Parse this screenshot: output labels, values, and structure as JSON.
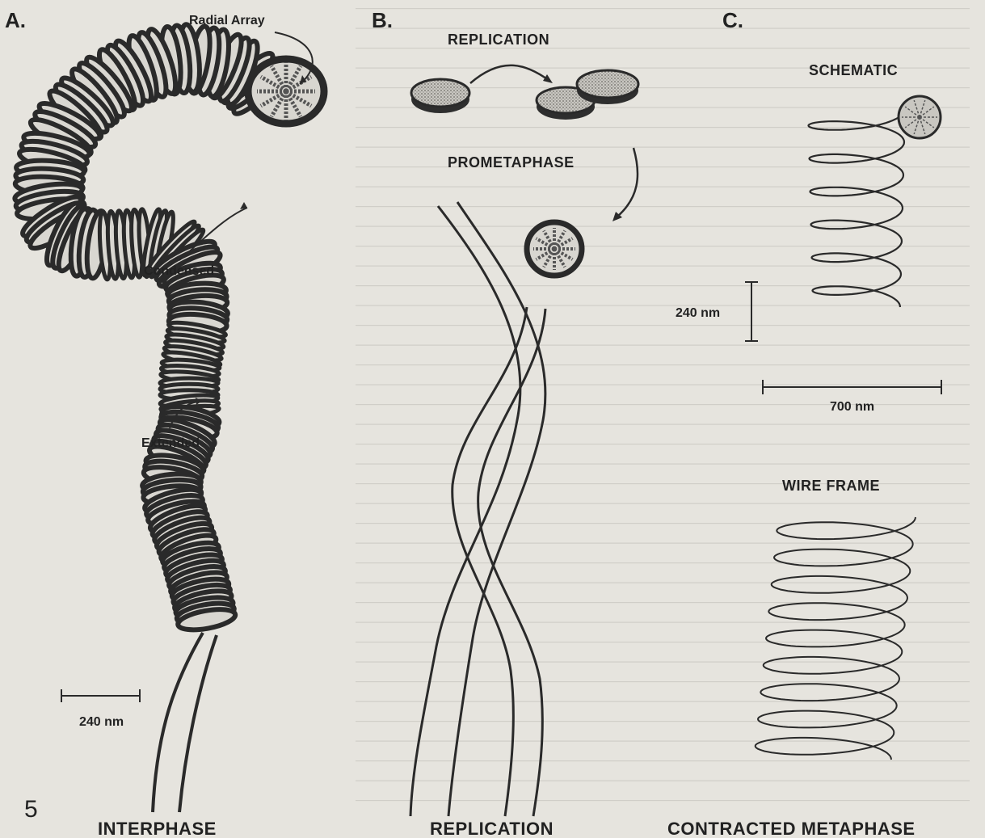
{
  "figure_number": "5",
  "panels": {
    "a": {
      "letter": "A.",
      "caption": "INTERPHASE",
      "labels": {
        "radial_array": "Radial Array",
        "condensed": "Condensed",
        "extended": "Extended"
      },
      "scale_bar": "240 nm"
    },
    "b": {
      "letter": "B.",
      "caption": "REPLICATION",
      "labels": {
        "replication": "REPLICATION",
        "prometaphase": "PROMETAPHASE"
      }
    },
    "c": {
      "letter": "C.",
      "caption": "CONTRACTED METAPHASE",
      "labels": {
        "schematic": "SCHEMATIC",
        "wire_frame": "WIRE FRAME"
      },
      "scale_bar_vertical": "240 nm",
      "scale_bar_horizontal": "700 nm"
    }
  },
  "colors": {
    "ink": "#1e1e1e",
    "paper": "#e6e4de",
    "disc_fill": "#9a9893",
    "disc_dark": "#3a3a3a"
  }
}
